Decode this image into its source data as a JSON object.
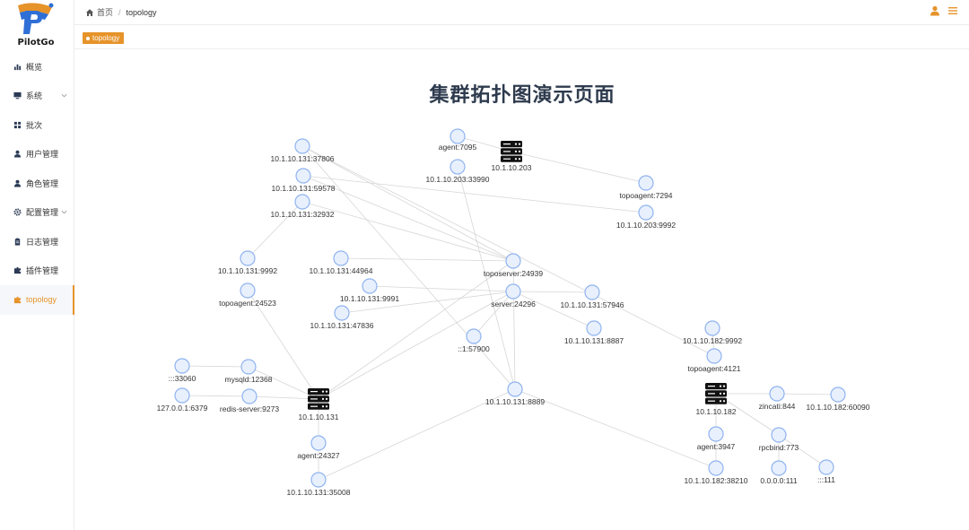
{
  "brand": {
    "name": "PilotGo"
  },
  "sidebar": {
    "items": [
      {
        "label": "概览",
        "icon": "bar-chart-icon",
        "active": false,
        "expandable": false
      },
      {
        "label": "系统",
        "icon": "monitor-icon",
        "active": false,
        "expandable": true
      },
      {
        "label": "批次",
        "icon": "grid-icon",
        "active": false,
        "expandable": false
      },
      {
        "label": "用户管理",
        "icon": "user-icon",
        "active": false,
        "expandable": false
      },
      {
        "label": "角色管理",
        "icon": "user-icon",
        "active": false,
        "expandable": false
      },
      {
        "label": "配置管理",
        "icon": "gear-icon",
        "active": false,
        "expandable": true
      },
      {
        "label": "日志管理",
        "icon": "clipboard-icon",
        "active": false,
        "expandable": false
      },
      {
        "label": "插件管理",
        "icon": "plugin-icon",
        "active": false,
        "expandable": false
      },
      {
        "label": "topology",
        "icon": "plugin-icon",
        "active": true,
        "expandable": false
      }
    ]
  },
  "header": {
    "breadcrumb": {
      "home": "首页",
      "current": "topology"
    },
    "icons": [
      "user-icon",
      "menu-icon"
    ]
  },
  "tags": [
    {
      "label": "topology",
      "active": true
    }
  ],
  "main": {
    "title": "集群拓扑图演示页面"
  },
  "colors": {
    "accent": "#e6932a",
    "node_stroke": "#8fb3f0",
    "node_fill": "#e8f0fd",
    "edge": "#d6d6d6",
    "title": "#2e3b4e"
  },
  "topology": {
    "nodes": [
      {
        "id": "n1",
        "label": "10.1.10.131:37806",
        "kind": "circle"
      },
      {
        "id": "n2",
        "label": "10.1.10.131:59578",
        "kind": "circle"
      },
      {
        "id": "n3",
        "label": "10.1.10.131:32932",
        "kind": "circle"
      },
      {
        "id": "n4",
        "label": "agent:7095",
        "kind": "circle"
      },
      {
        "id": "n5",
        "label": "10.1.10.203:33990",
        "kind": "circle"
      },
      {
        "id": "n6",
        "label": "10.1.10.203",
        "kind": "server"
      },
      {
        "id": "n7",
        "label": "topoagent:7294",
        "kind": "circle"
      },
      {
        "id": "n8",
        "label": "10.1.10.203:9992",
        "kind": "circle"
      },
      {
        "id": "n9",
        "label": "10.1.10.131:9992",
        "kind": "circle"
      },
      {
        "id": "n10",
        "label": "topoagent:24523",
        "kind": "circle"
      },
      {
        "id": "n11",
        "label": "10.1.10.131:44964",
        "kind": "circle"
      },
      {
        "id": "n12",
        "label": "10.1.10.131:9991",
        "kind": "circle"
      },
      {
        "id": "n13",
        "label": "10.1.10.131:47836",
        "kind": "circle"
      },
      {
        "id": "n14",
        "label": "toposerver:24939",
        "kind": "circle"
      },
      {
        "id": "n15",
        "label": "server:24296",
        "kind": "circle"
      },
      {
        "id": "n16",
        "label": "10.1.10.131:57946",
        "kind": "circle"
      },
      {
        "id": "n17",
        "label": "10.1.10.131:8887",
        "kind": "circle"
      },
      {
        "id": "n18",
        "label": "::1:57900",
        "kind": "circle"
      },
      {
        "id": "n19",
        "label": "10.1.10.182:9992",
        "kind": "circle"
      },
      {
        "id": "n20",
        "label": "topoagent:4121",
        "kind": "circle"
      },
      {
        "id": "n21",
        "label": ":::33060",
        "kind": "circle"
      },
      {
        "id": "n22",
        "label": "mysqld:12368",
        "kind": "circle"
      },
      {
        "id": "n23",
        "label": "127.0.0.1:6379",
        "kind": "circle"
      },
      {
        "id": "n24",
        "label": "redis-server:9273",
        "kind": "circle"
      },
      {
        "id": "n25",
        "label": "10.1.10.131",
        "kind": "server"
      },
      {
        "id": "n26",
        "label": "10.1.10.131:8889",
        "kind": "circle"
      },
      {
        "id": "n27",
        "label": "10.1.10.182",
        "kind": "server"
      },
      {
        "id": "n28",
        "label": "zincati:844",
        "kind": "circle"
      },
      {
        "id": "n29",
        "label": "10.1.10.182:60090",
        "kind": "circle"
      },
      {
        "id": "n30",
        "label": "agent:24327",
        "kind": "circle"
      },
      {
        "id": "n31",
        "label": "10.1.10.131:35008",
        "kind": "circle"
      },
      {
        "id": "n32",
        "label": "agent:3947",
        "kind": "circle"
      },
      {
        "id": "n33",
        "label": "rpcbind:773",
        "kind": "circle"
      },
      {
        "id": "n34",
        "label": "10.1.10.182:38210",
        "kind": "circle"
      },
      {
        "id": "n35",
        "label": "0.0.0.0:111",
        "kind": "circle"
      },
      {
        "id": "n36",
        "label": ":::111",
        "kind": "circle"
      }
    ],
    "edges": [
      [
        "n1",
        "n14"
      ],
      [
        "n1",
        "n20"
      ],
      [
        "n1",
        "n26"
      ],
      [
        "n2",
        "n14"
      ],
      [
        "n2",
        "n8"
      ],
      [
        "n3",
        "n14"
      ],
      [
        "n3",
        "n9"
      ],
      [
        "n4",
        "n6"
      ],
      [
        "n6",
        "n7"
      ],
      [
        "n5",
        "n26"
      ],
      [
        "n11",
        "n14"
      ],
      [
        "n12",
        "n15"
      ],
      [
        "n13",
        "n15"
      ],
      [
        "n14",
        "n25"
      ],
      [
        "n15",
        "n25"
      ],
      [
        "n15",
        "n16"
      ],
      [
        "n15",
        "n17"
      ],
      [
        "n14",
        "n26"
      ],
      [
        "n15",
        "n18"
      ],
      [
        "n10",
        "n25"
      ],
      [
        "n21",
        "n22"
      ],
      [
        "n23",
        "n24"
      ],
      [
        "n22",
        "n25"
      ],
      [
        "n24",
        "n25"
      ],
      [
        "n25",
        "n30"
      ],
      [
        "n30",
        "n31"
      ],
      [
        "n31",
        "n26"
      ],
      [
        "n26",
        "n34"
      ],
      [
        "n19",
        "n20"
      ],
      [
        "n27",
        "n28"
      ],
      [
        "n28",
        "n29"
      ],
      [
        "n27",
        "n32"
      ],
      [
        "n27",
        "n33"
      ],
      [
        "n32",
        "n34"
      ],
      [
        "n33",
        "n36"
      ],
      [
        "n33",
        "n35"
      ]
    ]
  }
}
